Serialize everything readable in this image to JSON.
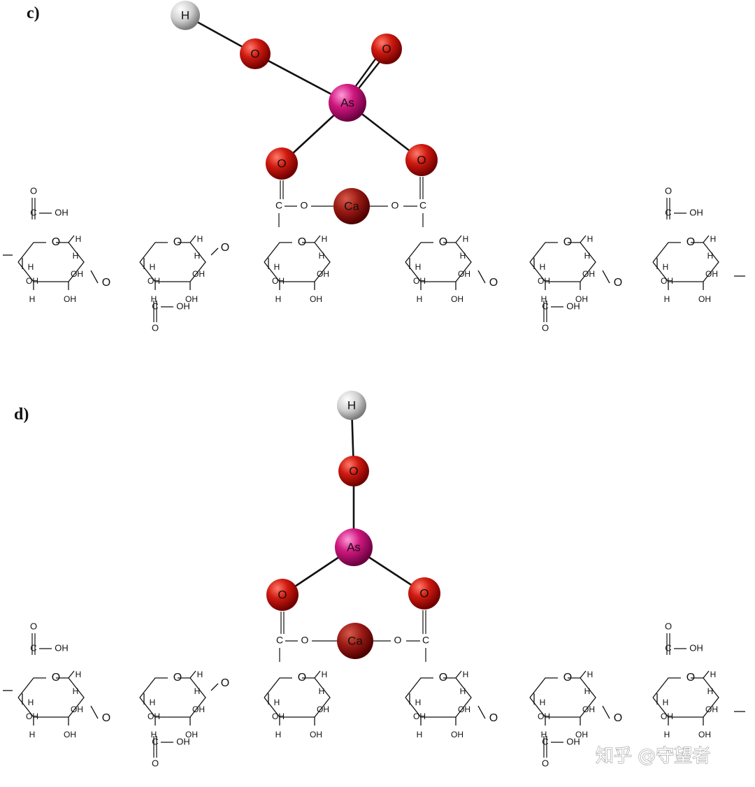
{
  "panels": [
    {
      "label": "c)",
      "atoms": {
        "H": "H",
        "O": "O",
        "As": "As",
        "Ca": "Ca"
      },
      "carboxyl": {
        "C": "C",
        "O": "O",
        "OH": "OH"
      },
      "ring_labels": {
        "H": "H",
        "OH": "OH",
        "O": "O",
        "C": "C"
      }
    },
    {
      "label": "d)",
      "atoms": {
        "H": "H",
        "O": "O",
        "As": "As",
        "Ca": "Ca"
      },
      "carboxyl": {
        "C": "C",
        "O": "O",
        "OH": "OH"
      },
      "ring_labels": {
        "H": "H",
        "OH": "OH",
        "O": "O",
        "C": "C"
      }
    }
  ],
  "watermark": "知乎 @守望者",
  "colors": {
    "oxygen": "#cc1111",
    "arsenic": "#cc1177",
    "calcium": "#8b1515",
    "hydrogen": "#d9d9d9",
    "bond": "#111111"
  }
}
